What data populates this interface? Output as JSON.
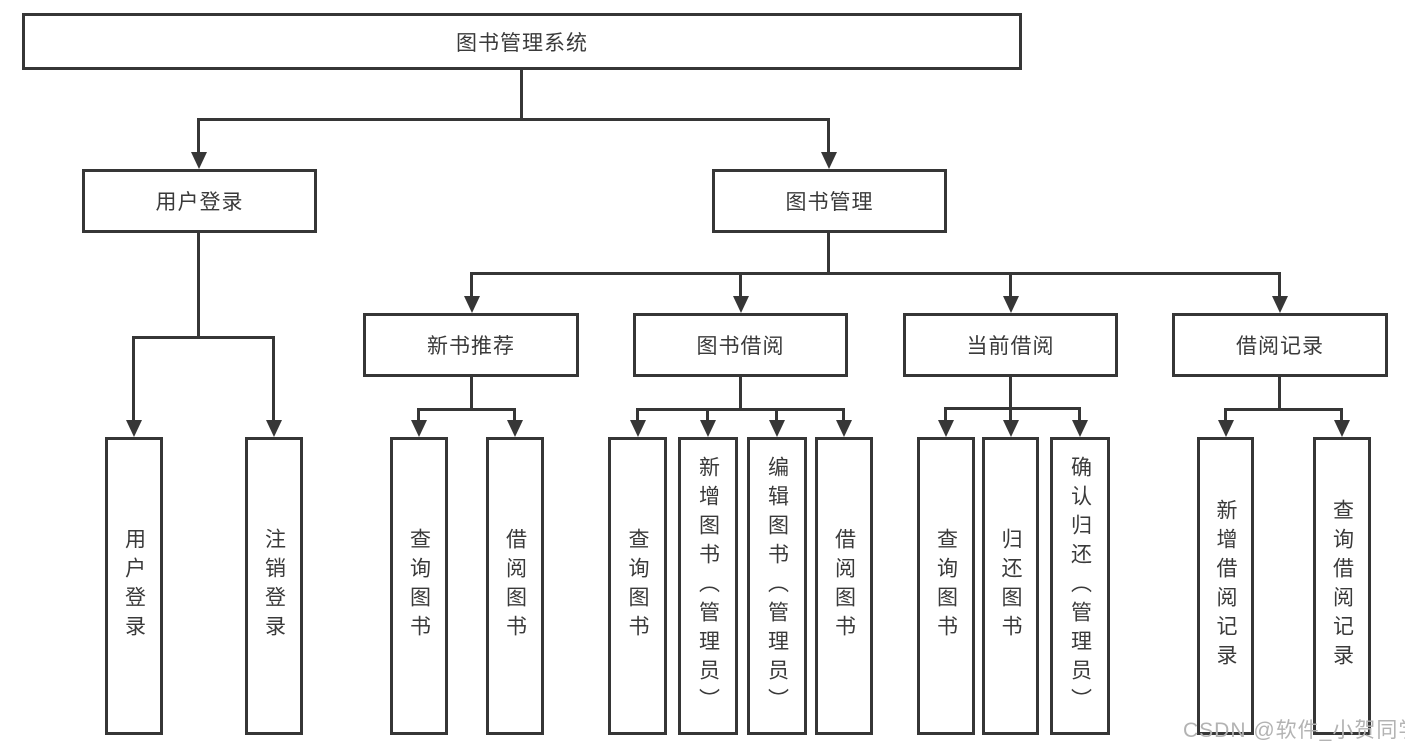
{
  "diagram": {
    "root": "图书管理系统",
    "branches": [
      {
        "label": "用户登录",
        "children": [
          {
            "label": "用户登录"
          },
          {
            "label": "注销登录"
          }
        ]
      },
      {
        "label": "图书管理",
        "children": [
          {
            "label": "新书推荐",
            "children": [
              {
                "label": "查询图书"
              },
              {
                "label": "借阅图书"
              }
            ]
          },
          {
            "label": "图书借阅",
            "children": [
              {
                "label": "查询图书"
              },
              {
                "label": "新增图书（管理员）"
              },
              {
                "label": "编辑图书（管理员）"
              },
              {
                "label": "借阅图书"
              }
            ]
          },
          {
            "label": "当前借阅",
            "children": [
              {
                "label": "查询图书"
              },
              {
                "label": "归还图书"
              },
              {
                "label": "确认归还（管理员）"
              }
            ]
          },
          {
            "label": "借阅记录",
            "children": [
              {
                "label": "新增借阅记录"
              },
              {
                "label": "查询借阅记录"
              }
            ]
          }
        ]
      }
    ]
  },
  "watermark": {
    "text": "CSDN @软件_小贺同学"
  },
  "colors": {
    "line": "#363636",
    "text": "#3a3a3a",
    "watermark": "#b3b3b3",
    "background": "#ffffff"
  }
}
